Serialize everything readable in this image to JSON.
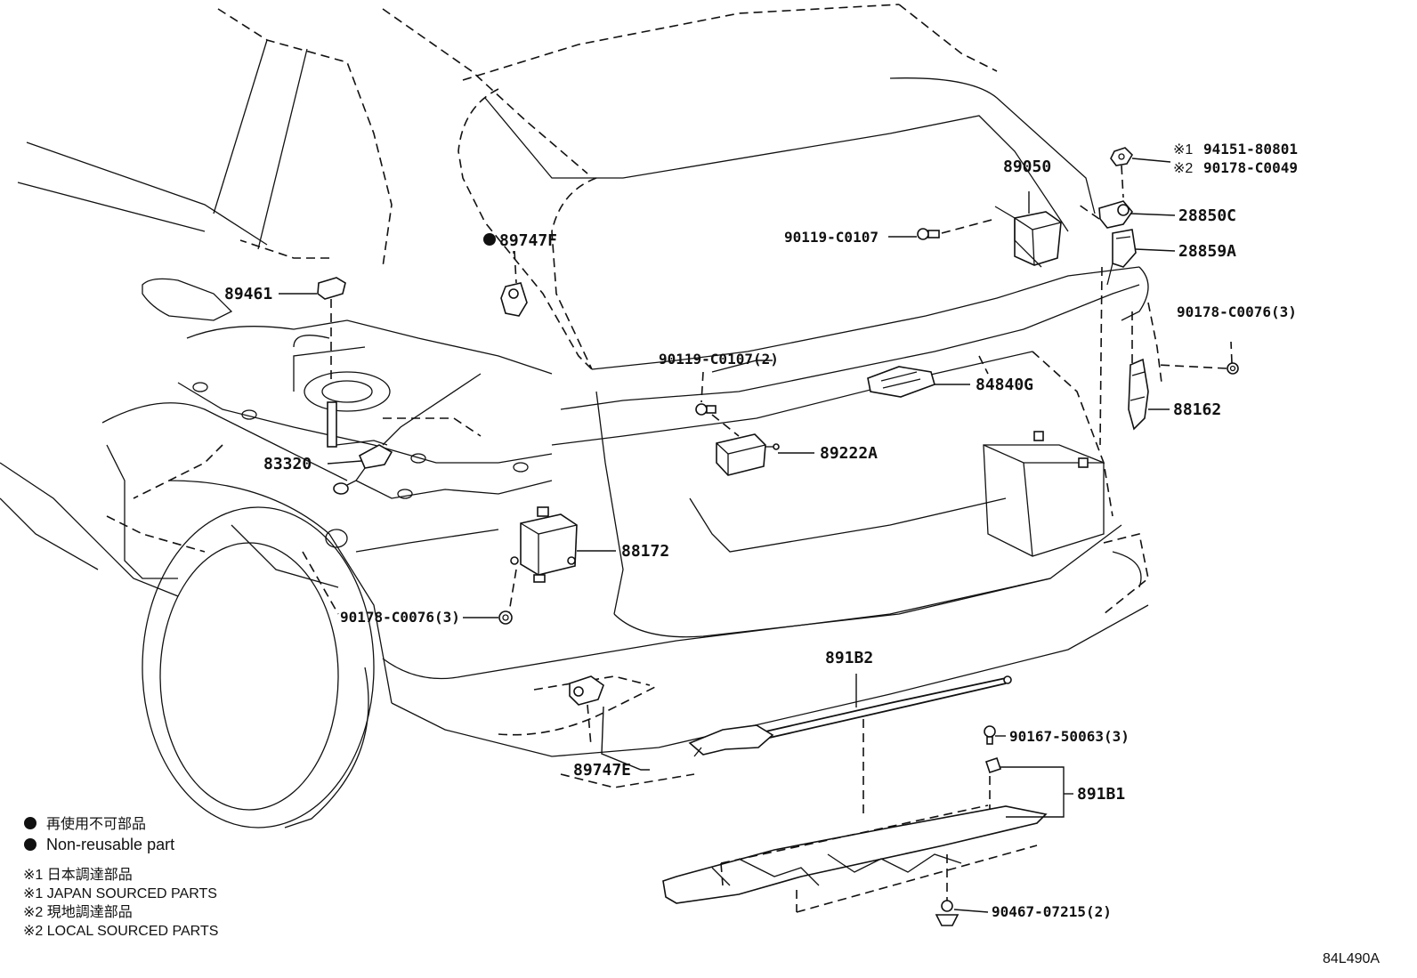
{
  "labels": {
    "p89747f": "89747F",
    "p89461": "89461",
    "p83320": "83320",
    "p88172": "88172",
    "p90178_c0076_3_left": "90178-C0076(3)",
    "p89747e": "89747E",
    "p89050": "89050",
    "p90119_c0107": "90119-C0107",
    "p90119_c0107_2": "90119-C0107(2)",
    "p84840g": "84840G",
    "p89222a": "89222A",
    "p94151_80801": "94151-80801",
    "p90178_c0049": "90178-C0049",
    "p28850c": "28850C",
    "p28859a": "28859A",
    "p90178_c0076_3_right": "90178-C0076(3)",
    "p88162": "88162",
    "p891b2": "891B2",
    "p90167_50063_3": "90167-50063(3)",
    "p891b1": "891B1",
    "p90467_07215_2": "90467-07215(2)"
  },
  "markers": {
    "ref1": "※1",
    "ref2": "※2"
  },
  "legend": {
    "nonreusable_jp": "再使用不可部品",
    "nonreusable_en": "Non-reusable part",
    "japan_jp": "※1 日本調達部品",
    "japan_en": "※1 JAPAN SOURCED PARTS",
    "local_jp": "※2 現地調達部品",
    "local_en": "※2 LOCAL SOURCED PARTS"
  },
  "diagram_code": "84L490A"
}
